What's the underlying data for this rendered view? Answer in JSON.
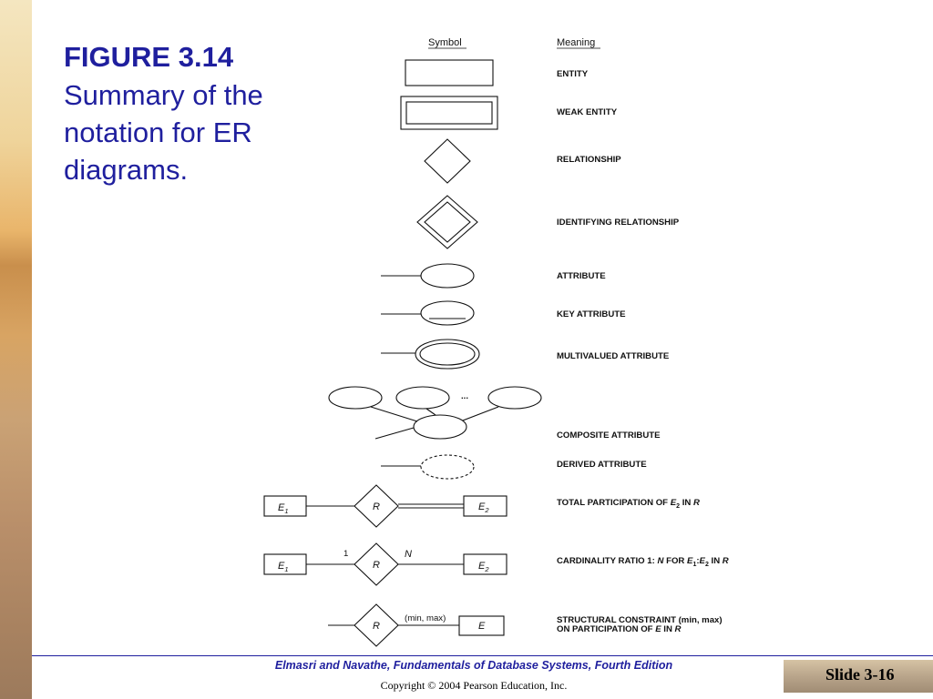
{
  "title": {
    "figure": "FIGURE 3.14",
    "line1": "Summary of the",
    "line2": "notation for ER",
    "line3": "diagrams."
  },
  "table": {
    "symbol_header": "Symbol",
    "meaning_header": "Meaning"
  },
  "meanings": {
    "entity": "ENTITY",
    "weak_entity": "WEAK ENTITY",
    "relationship": "RELATIONSHIP",
    "identifying_relationship": "IDENTIFYING RELATIONSHIP",
    "attribute": "ATTRIBUTE",
    "key_attribute": "KEY ATTRIBUTE",
    "multivalued_attribute": "MULTIVALUED ATTRIBUTE",
    "composite_attribute": "COMPOSITE ATTRIBUTE",
    "derived_attribute": "DERIVED ATTRIBUTE",
    "total_participation": {
      "prefix": "TOTAL PARTICIPATION OF ",
      "e": "E",
      "sub": "2",
      "suffix": " IN ",
      "r": "R"
    },
    "cardinality": {
      "prefix": "CARDINALITY RATIO 1:",
      "n": " N",
      "mid": " FOR ",
      "e1": "E",
      "s1": "1",
      "colon": ":",
      "e2": "E",
      "s2": "2",
      "suffix": " IN ",
      "r": "R"
    },
    "structural": {
      "line1": "STRUCTURAL CONSTRAINT (min, max)",
      "line2_prefix": "ON PARTICIPATION OF ",
      "e": "E",
      "line2_mid": " IN ",
      "r": "R"
    }
  },
  "symbols": {
    "ellipsis": "...",
    "r": "R",
    "e": "E",
    "sub1": "1",
    "sub2": "2",
    "one": "1",
    "n": "N",
    "minmax": "(min, max)"
  },
  "footer": {
    "book": "Elmasri and Navathe, Fundamentals of Database Systems, ",
    "edition": "Fourth Edition",
    "copyright": "Copyright © 2004 Pearson Education, Inc.",
    "slide": "Slide 3-16"
  }
}
